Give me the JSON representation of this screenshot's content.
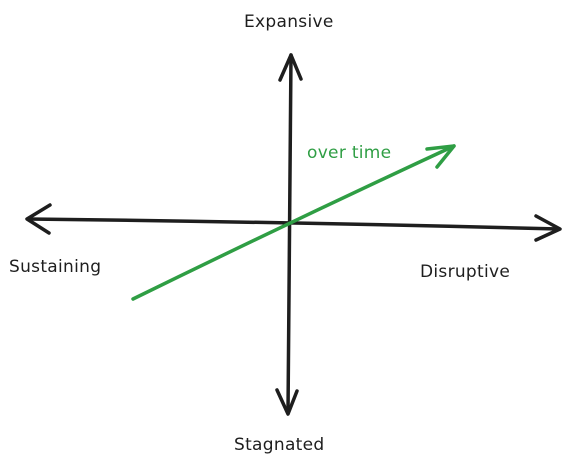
{
  "axes": {
    "top_label": "Expansive",
    "bottom_label": "Stagnated",
    "left_label": "Sustaining",
    "right_label": "Disruptive"
  },
  "trend": {
    "label": "over time",
    "color": "#2f9e44"
  },
  "colors": {
    "axis": "#1e1e1e",
    "background": "#ffffff"
  }
}
